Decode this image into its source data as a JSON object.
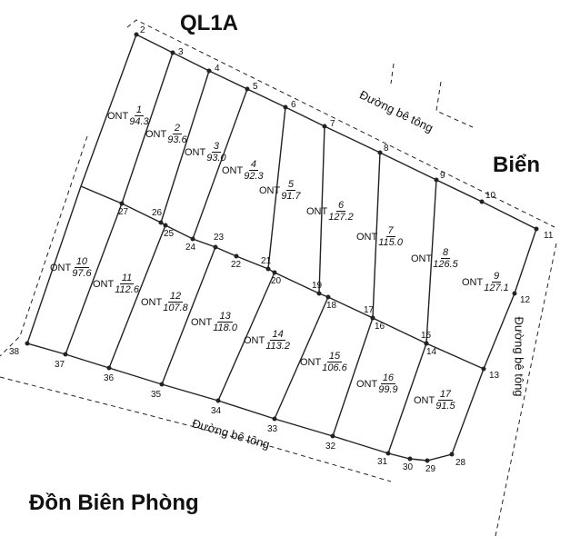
{
  "labels": {
    "top_road": "QL1A",
    "sea": "Biển",
    "border_post": "Đồn Biên Phòng",
    "road_top": "Đường bê tông",
    "road_right": "Đường bê tông",
    "road_bottom": "Đường bê tông"
  },
  "land_type": "ONT",
  "lots": [
    {
      "no": "1",
      "area": "94.3"
    },
    {
      "no": "2",
      "area": "93.6"
    },
    {
      "no": "3",
      "area": "93.0"
    },
    {
      "no": "4",
      "area": "92.3"
    },
    {
      "no": "5",
      "area": "91.7"
    },
    {
      "no": "6",
      "area": "127.2"
    },
    {
      "no": "7",
      "area": "115.0"
    },
    {
      "no": "8",
      "area": "126.5"
    },
    {
      "no": "9",
      "area": "127.1"
    },
    {
      "no": "10",
      "area": "97.6"
    },
    {
      "no": "11",
      "area": "112.6"
    },
    {
      "no": "12",
      "area": "107.8"
    },
    {
      "no": "13",
      "area": "118.0"
    },
    {
      "no": "14",
      "area": "113.2"
    },
    {
      "no": "15",
      "area": "106.6"
    },
    {
      "no": "16",
      "area": "99.9"
    },
    {
      "no": "17",
      "area": "91.5"
    }
  ],
  "points": [
    "2",
    "3",
    "4",
    "5",
    "6",
    "7",
    "8",
    "9",
    "10",
    "11",
    "12",
    "13",
    "14",
    "15",
    "16",
    "17",
    "18",
    "19",
    "20",
    "21",
    "22",
    "23",
    "24",
    "25",
    "26",
    "27",
    "28",
    "29",
    "30",
    "31",
    "32",
    "33",
    "34",
    "35",
    "36",
    "37",
    "38"
  ]
}
